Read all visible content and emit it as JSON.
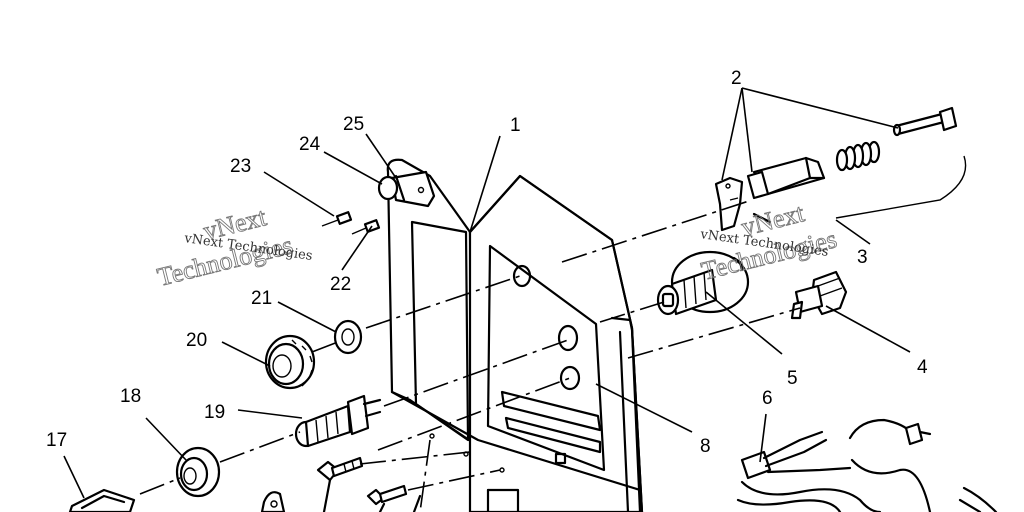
{
  "callouts": {
    "c1": "1",
    "c2": "2",
    "c3": "3",
    "c4": "4",
    "c5": "5",
    "c6": "6",
    "c8": "8",
    "c17": "17",
    "c18": "18",
    "c19": "19",
    "c20": "20",
    "c21": "21",
    "c22": "22",
    "c23": "23",
    "c24": "24",
    "c25": "25"
  },
  "watermark": {
    "small_text": "vNext Technologies",
    "big_line1": "vNext",
    "big_line2": "Technologies"
  }
}
